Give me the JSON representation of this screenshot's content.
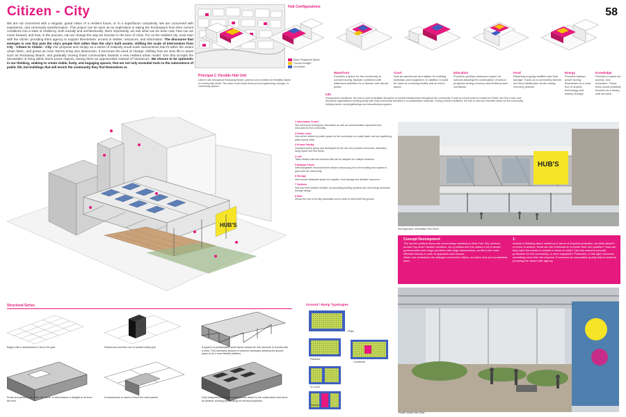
{
  "header": {
    "title": "Citizen - City",
    "page_number": "58"
  },
  "intro": {
    "part1": "We are not concerned with a singular, grand vision of a resilient future, or in a superfluous complexity. We are concerned with experience, and community transformation. This project can be seen as an exploration in taking the Rockaway's from their current conditions into a state of resiliency, both socially and architecturally. More importantly, we ask what can be done now, how can we move forward, and how, in the process, can we change the way we function in the face of crisis. For us the resilient city, must start with the citizen; providing them agency to support themselves: access to shelter, resources, and information.",
    "part2": "The discourse that emerges is one that puts the city's people first rather than the city's built assets; shifting the scale of intervention from City - Citizen to Citizen - City.",
    "part3": "Our proposal acts simply as a series of relatively small scale interventions that fit within the extant urban fabric, and grows as more storms bring new destruction. It becomes the seed of change, shifting how we view life in areas such as Rockaway Beach, and gradually moving those communities towards a new resilient urban model. One that accepts the necessities of living within storm prone regions, seeing them as opportunities instead of hindrances.",
    "part4": "We choose to be optimistic in our thinking, seeking to create viable, lively, and engaging spaces, that are not only essential tools to the subsistence of public life, but buildings that will enrich the community they find themselves in."
  },
  "hub_configurations": {
    "title": "Hub Configurations",
    "items": [
      {
        "name": "Waterfront",
        "text": "Provides a space for the community to connect during disaster combined with waterfront activities for a diverse and vibrant public."
      },
      {
        "name": "Court",
        "text": "Acts as warehouse and station for building materials and equipment. In addition it could be used as a training facility and an event space."
      },
      {
        "name": "Education",
        "text": "Provides auxiliary classroom space for schools allowing the continuation of school programs during recovery and limited power conditions."
      },
      {
        "name": "Food",
        "text": "Reaching ongoing facilities and food storage. It acts as a community kitchen and food distribution center during recovery periods."
      },
      {
        "name": "Energy",
        "text": "Provides backup power during downtimes as a local hub of shared technology and battery storage."
      },
      {
        "name": "Knowledge",
        "text": "Provides a space for access, and education. These hubs would primarily function as a library, with services."
      }
    ]
  },
  "legend": {
    "items": [
      {
        "label": "Basic Programed Space",
        "color": "#e5197e"
      },
      {
        "label": "Ground Sunlight",
        "color": "#f2c200"
      },
      {
        "label": "Circulation",
        "color": "#3f5fbf"
      }
    ]
  },
  "principle": {
    "title": "Principal 1: Flexible Hub Unit",
    "text": "Used in lots throughout Rockaway Beach, generic core provides for flexibility based on community needs. The base could house flood-proof programming, storage, or community spaces."
  },
  "info": {
    "title": "Info",
    "text": "During storm conditions, the hub is used to facilitate disruption of normal infrastructure throughout the community. It acts as a focal point of contact for Public, the Red Cross, and insurance organizations working jointly with local community members in a collaborative response. During normal conditions, the hub is used as a flexible center for the community, holding events, social gatherings and educational programs."
  },
  "axo": {
    "sign": "HUB'S"
  },
  "notes": {
    "items": [
      {
        "head": "1 Information Center",
        "text": "Hub will house emergency information as well as communication equipment and resources for the community."
      },
      {
        "head": "2 Public Court",
        "text": "Hub will be utilized as public space for the community on a daily basis, and as a gathering place during crisis."
      },
      {
        "head": "3 Private Facility",
        "text": "Occupied by the group and developed by the hub, this provides resources, dedicated living space and rest areas."
      },
      {
        "head": "4 Loft",
        "text": "Takes flexible lofts and terraces that can be adapted for multiple functions."
      },
      {
        "head": "5 Modular Frame",
        "text": "Interchangeable structural frame allows various plug-ins to the building and spaces to grow with the community."
      },
      {
        "head": "6 Storage",
        "text": "Hub houses dedicated space for supplies, food storage and disaster resources."
      },
      {
        "head": "7 Systems",
        "text": "Hub has been weather-treated, incorporating building systems and low-energy demands through design."
      },
      {
        "head": "8 Skirt",
        "text": "Allows the hub to be fully accessible and to seek to blend with the ground."
      }
    ]
  },
  "photo1": {
    "sign": "HUB'S",
    "caption": "Hub Approach: Immediate Post Storm"
  },
  "concept": {
    "title": "Concept Development",
    "text1": "The current political discourse surrounding resiliency in New York City revolves around 'top down' blanket solutions. As a political tool this makes a lot of sense; governments solve large problems with large interventions, as this is the most effective means in order to approach such issues.",
    "text2": "When one centralizes the dialogue around the citizen, an entire new set of potentials arise.",
    "title2": "1:",
    "text3": "Instead of thinking about resiliency in terms of physical protection, we think about it in terms of actions. What can the individual do to better their own position? How can they have the means to subsist in times of crisis? Can this scenario become productive for the community, or even enjoyable? Protection, in this light, becomes something more than the physical. It becomes an associative quality that is rooted in providing the citizen with agency."
  },
  "photo2": {
    "caption": "Private Garden Non-Crisis"
  },
  "structural": {
    "title": "Structural Series",
    "items": [
      {
        "caption": "Begins with a standardized 2.5mx2.5m grid."
      },
      {
        "caption": "Reinforced concrete core is located within grid."
      },
      {
        "caption": "A system of prefabricated steel frames allows the hub structure to function like a truss. This minimizes amount of columns necessary allowing the ground plane to be a more flexible platform."
      },
      {
        "caption": "Roofs and partitions sit within the frame. In this instance a skylight is cut from the floor."
      },
      {
        "caption": "A substructure is used to mount the solar panels."
      },
      {
        "caption": "Fully integrated and prefabricated panels attach to the substructure and serve as weather proofing and housing for electrical systems."
      }
    ]
  },
  "ground": {
    "title": "Ground / Ramp Typologies",
    "labels": [
      "Plate",
      "Flatwork",
      "S-Curve",
      "Condense",
      "Eclectic"
    ]
  }
}
